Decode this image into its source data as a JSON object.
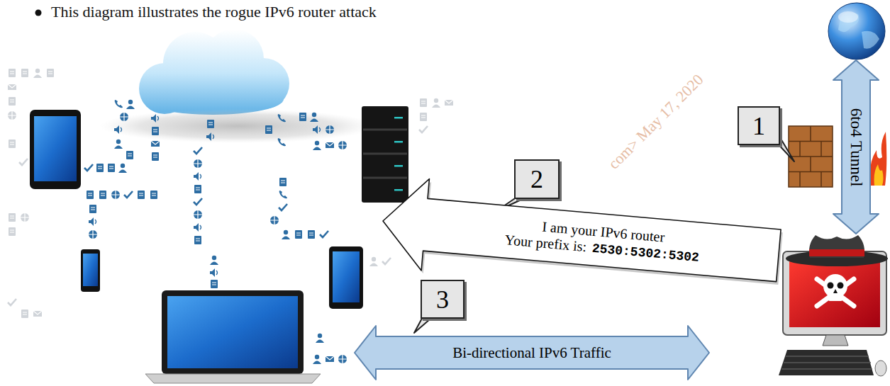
{
  "diagram": {
    "title": "This diagram illustrates the rogue IPv6 router attack",
    "nodes": [
      {
        "text": [
          "6to4 Tunnel"
        ]
      },
      {
        "text": [
          "1"
        ]
      },
      {
        "text": [
          "2"
        ]
      },
      {
        "text": [
          "I am your IPv6 router",
          "Your prefix is:",
          "2530:5302:5302"
        ]
      },
      {
        "text": [
          "3"
        ]
      },
      {
        "text": [
          "Bi-directional IPv6 Traffic"
        ]
      }
    ],
    "labels": [
      "com> May 17, 2020"
    ]
  }
}
